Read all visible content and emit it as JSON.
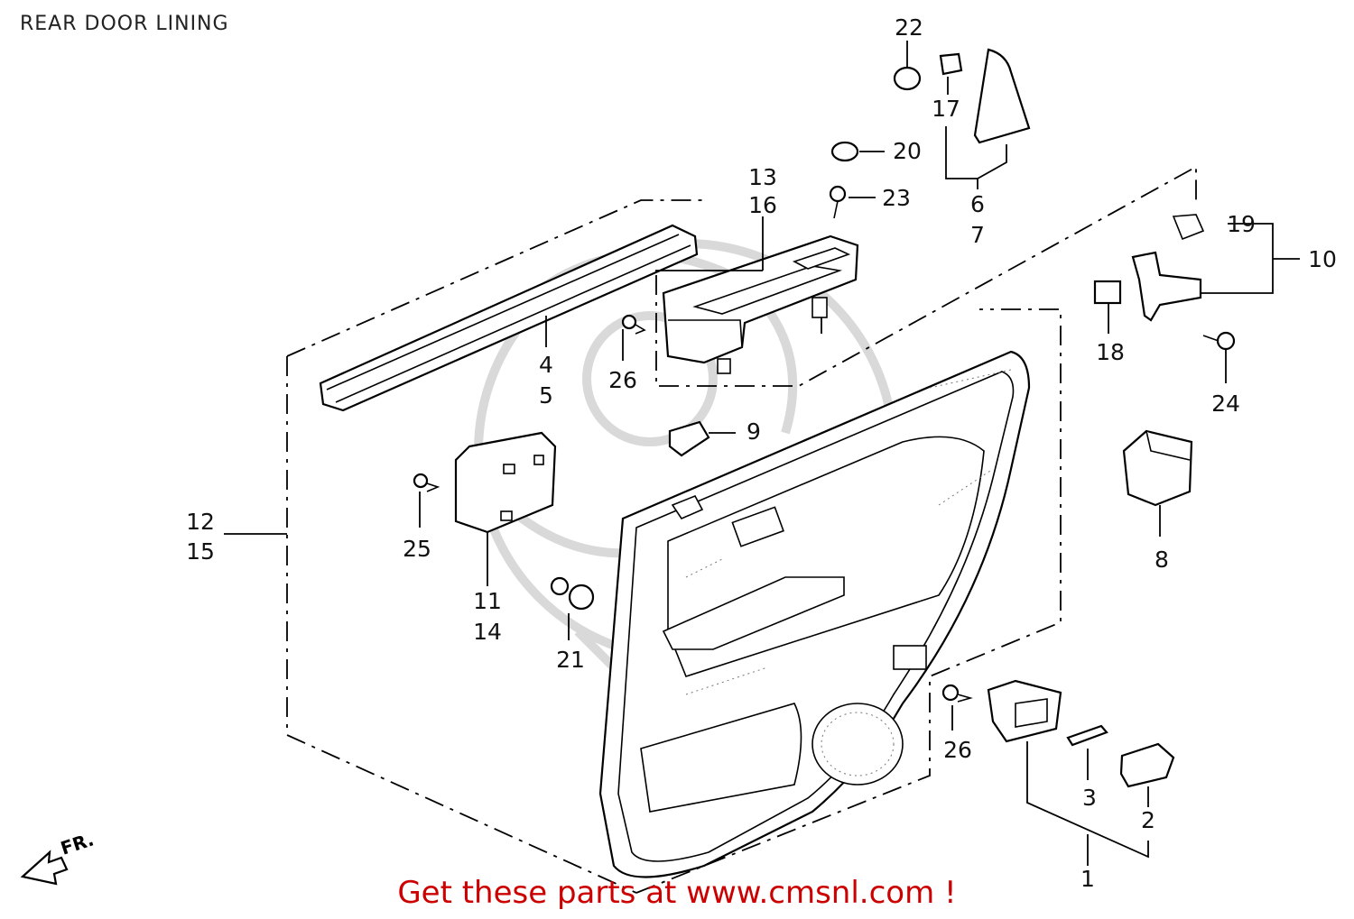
{
  "title": "REAR DOOR LINING",
  "footer": "Get these parts at www.cmsnl.com !",
  "direction_marker": "FR.",
  "callouts": {
    "c1": "1",
    "c2": "2",
    "c3": "3",
    "c4": "4",
    "c5": "5",
    "c6": "6",
    "c7": "7",
    "c8": "8",
    "c9": "9",
    "c10": "10",
    "c11": "11",
    "c14": "14",
    "c12": "12",
    "c15": "15",
    "c13": "13",
    "c16": "16",
    "c17": "17",
    "c18": "18",
    "c19": "19",
    "c20": "20",
    "c21": "21",
    "c22": "22",
    "c23": "23",
    "c24": "24",
    "c25": "25",
    "c26a": "26",
    "c26b": "26"
  },
  "colors": {
    "footer_text": "#cc0000",
    "line": "#000000",
    "watermark": "#d9d9d9"
  }
}
